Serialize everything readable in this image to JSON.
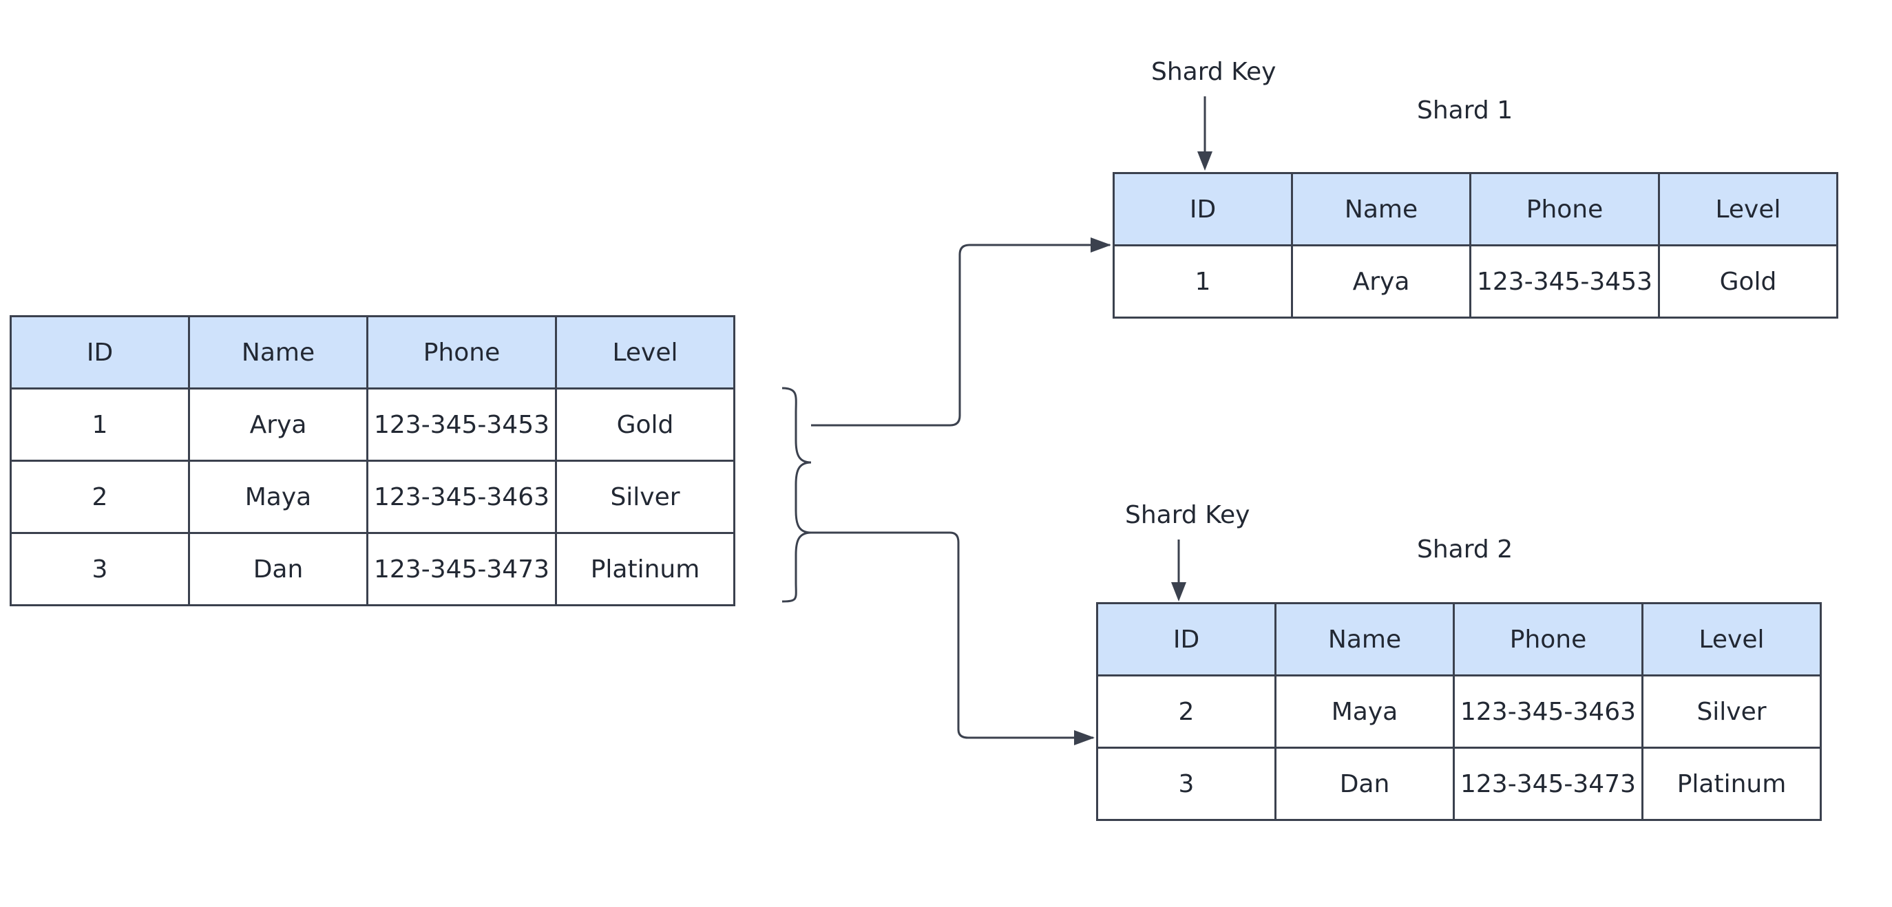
{
  "columns": [
    "ID",
    "Name",
    "Phone",
    "Level"
  ],
  "source_table": {
    "rows": [
      [
        "1",
        "Arya",
        "123-345-3453",
        "Gold"
      ],
      [
        "2",
        "Maya",
        "123-345-3463",
        "Silver"
      ],
      [
        "3",
        "Dan",
        "123-345-3473",
        "Platinum"
      ]
    ]
  },
  "shard1": {
    "title": "Shard 1",
    "key_label": "Shard Key",
    "rows": [
      [
        "1",
        "Arya",
        "123-345-3453",
        "Gold"
      ]
    ]
  },
  "shard2": {
    "title": "Shard 2",
    "key_label": "Shard Key",
    "rows": [
      [
        "2",
        "Maya",
        "123-345-3463",
        "Silver"
      ],
      [
        "3",
        "Dan",
        "123-345-3473",
        "Platinum"
      ]
    ]
  },
  "colors": {
    "header": "#cfe2fb",
    "line": "#3b414e"
  }
}
